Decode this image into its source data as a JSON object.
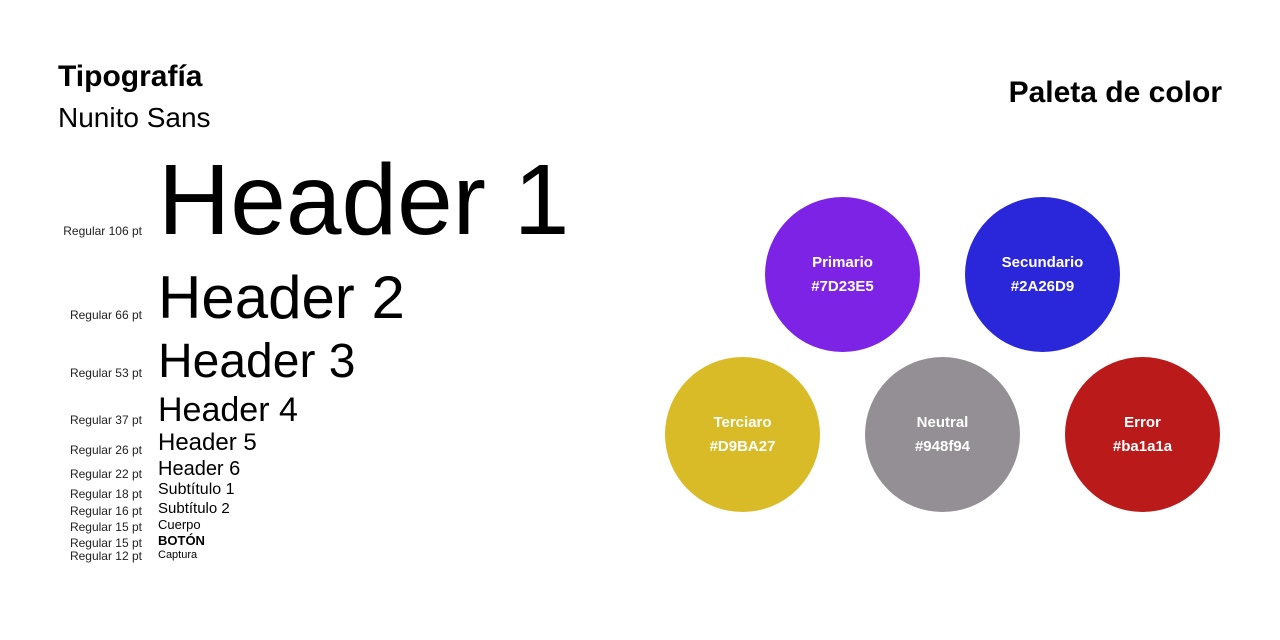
{
  "typography": {
    "title": "Tipografía",
    "font_name": "Nunito Sans",
    "styles": [
      {
        "meta": "Regular 106 pt",
        "sample": "Header 1"
      },
      {
        "meta": "Regular 66 pt",
        "sample": "Header 2"
      },
      {
        "meta": "Regular 53 pt",
        "sample": "Header 3"
      },
      {
        "meta": "Regular 37 pt",
        "sample": "Header 4"
      },
      {
        "meta": "Regular 26 pt",
        "sample": "Header 5"
      },
      {
        "meta": "Regular 22 pt",
        "sample": "Header 6"
      },
      {
        "meta": "Regular 18 pt",
        "sample": "Subtítulo 1"
      },
      {
        "meta": "Regular 16 pt",
        "sample": "Subtítulo 2"
      },
      {
        "meta": "Regular 15 pt",
        "sample": "Cuerpo"
      },
      {
        "meta": "Regular 15 pt",
        "sample": "BOTÓN"
      },
      {
        "meta": "Regular 12 pt",
        "sample": "Captura"
      }
    ]
  },
  "palette": {
    "title": "Paleta de color",
    "colors": [
      {
        "name": "Primario",
        "hex": "#7D23E5",
        "color": "#7D23E5"
      },
      {
        "name": "Secundario",
        "hex": "#2A26D9",
        "color": "#2A26D9"
      },
      {
        "name": "Terciaro",
        "hex": "#D9BA27",
        "color": "#D9BA27"
      },
      {
        "name": "Neutral",
        "hex": "#948f94",
        "color": "#948f94"
      },
      {
        "name": "Error",
        "hex": "#ba1a1a",
        "color": "#ba1a1a"
      }
    ]
  }
}
